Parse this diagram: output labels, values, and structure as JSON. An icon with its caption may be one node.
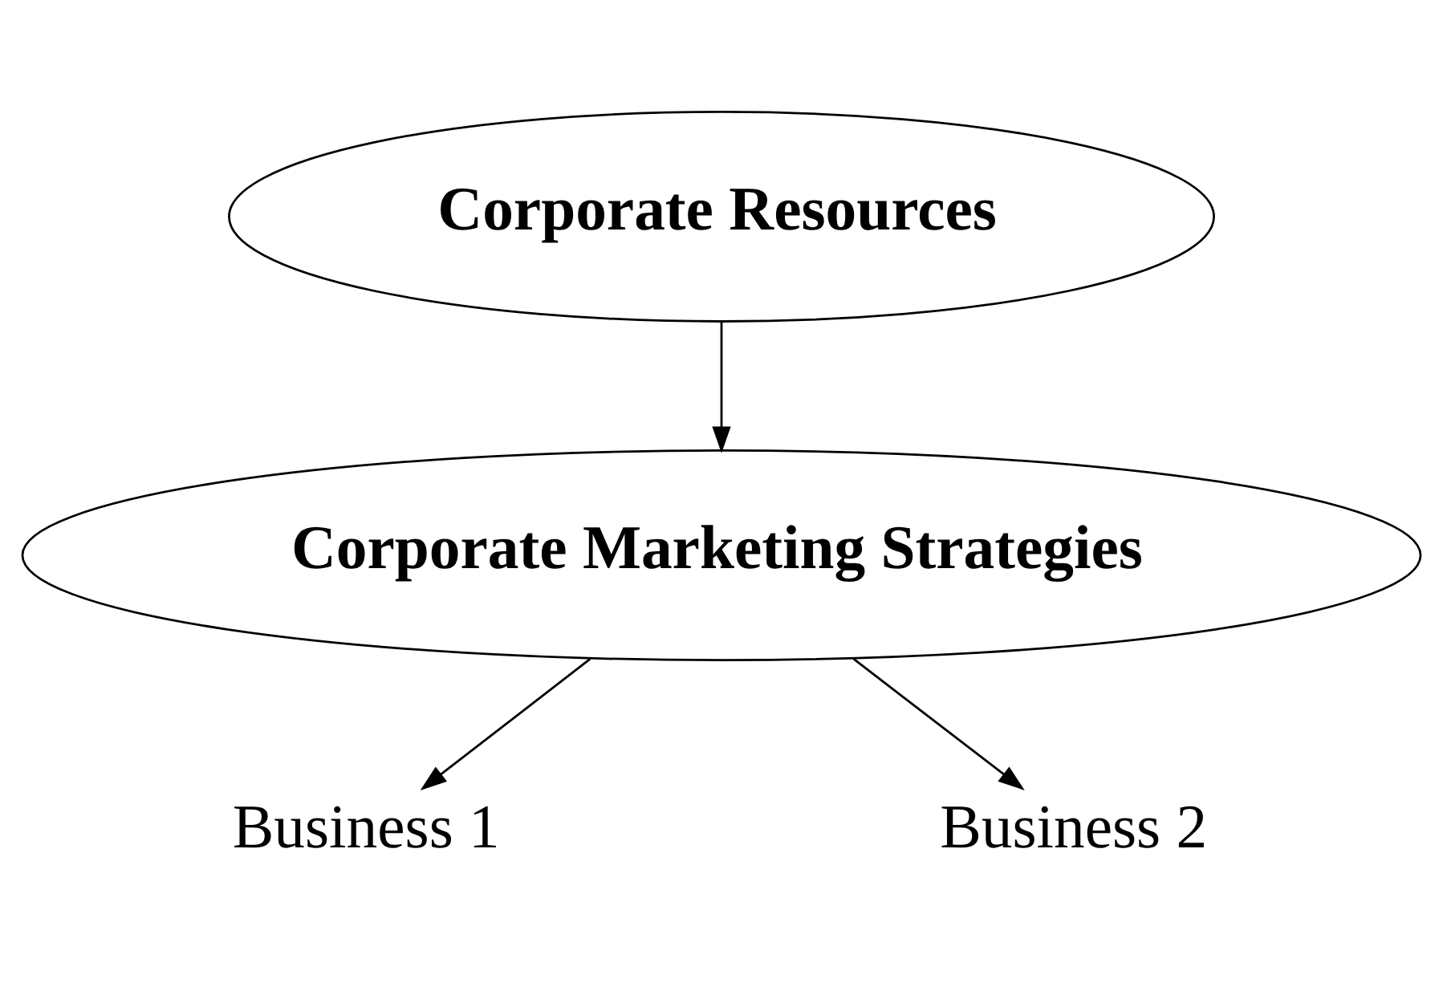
{
  "diagram": {
    "nodes": [
      {
        "text": [
          "Corporate Resources"
        ]
      },
      {
        "text": [
          "Corporate Marketing Strategies"
        ]
      },
      {
        "text": [
          "Business 1"
        ]
      },
      {
        "text": [
          "Business 2"
        ]
      }
    ],
    "edges": [
      {
        "from": 0,
        "to": 1,
        "arrow": "to"
      },
      {
        "from": 1,
        "to": 2,
        "arrow": "to"
      },
      {
        "from": 1,
        "to": 3,
        "arrow": "to"
      }
    ]
  }
}
